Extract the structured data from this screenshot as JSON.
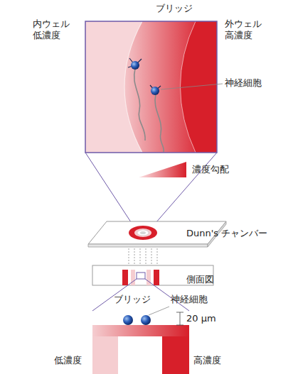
{
  "diagram": {
    "labels": [
      "ブリッジ",
      "内ウェル 低濃度",
      "外ウェル 高濃度",
      "神経細胞",
      "濃度勾配",
      "Dunn's チャンバー",
      "側面図",
      "ブリッジ",
      "神経細胞",
      "20 μm",
      "低濃度",
      "高濃度"
    ]
  }
}
